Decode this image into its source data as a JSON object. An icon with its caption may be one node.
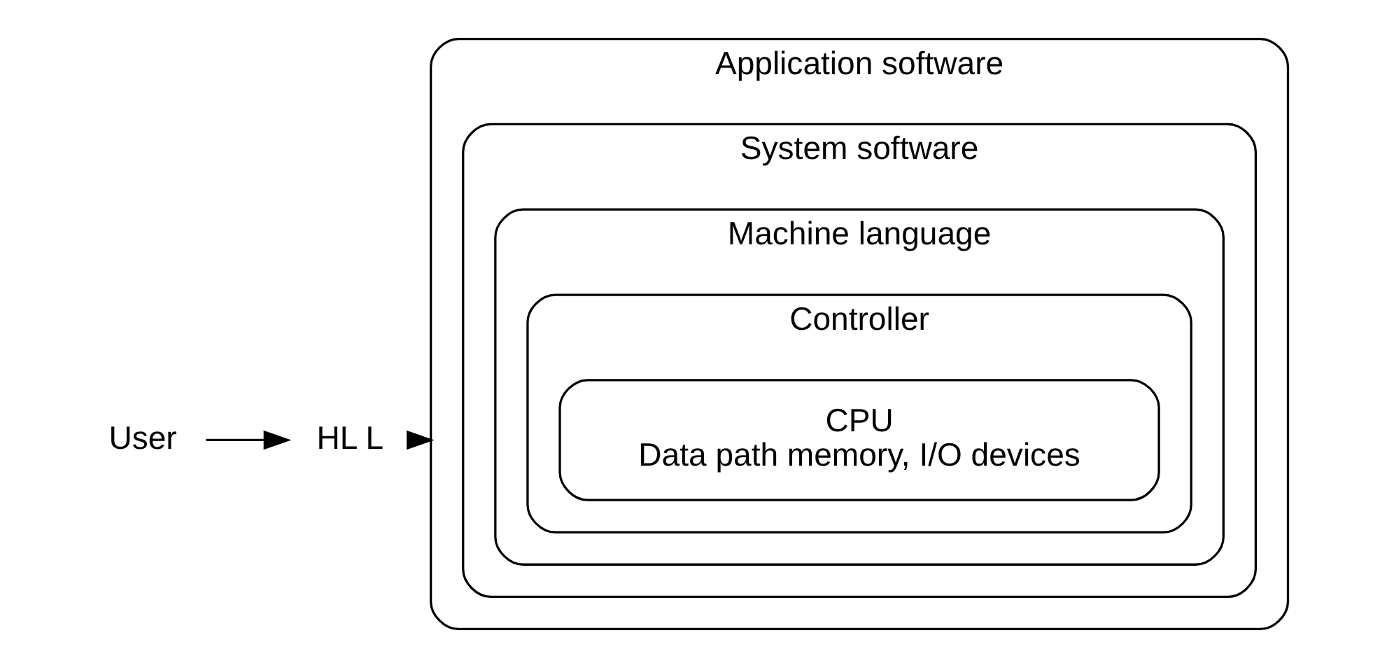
{
  "diagram": {
    "nodes": [
      {
        "text": [
          "Application software"
        ]
      },
      {
        "text": [
          "System software"
        ],
        "in": 0
      },
      {
        "text": [
          "Machine language"
        ],
        "in": 1
      },
      {
        "text": [
          "Controller"
        ],
        "in": 2
      },
      {
        "text": [
          "CPU",
          "Data path memory, I/O devices"
        ],
        "in": 3
      },
      {
        "text": [
          "User"
        ]
      },
      {
        "text": [
          "HL L"
        ]
      }
    ],
    "edges": [
      {
        "from": 5,
        "to": 6,
        "arrow": "to"
      },
      {
        "from": 6,
        "to": 0,
        "arrow": "to"
      }
    ]
  }
}
